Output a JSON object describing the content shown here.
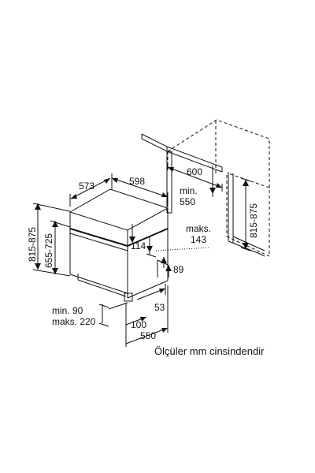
{
  "dimensions": {
    "niche_width": "600",
    "niche_depth_min": "min.",
    "niche_depth_value": "550",
    "niche_height": "815-875",
    "appliance_width": "598",
    "appliance_depth": "573",
    "overall_height": "815-875",
    "body_height": "655-725",
    "panel_offset": "114",
    "max_label": "maks.",
    "max_value": "143",
    "plinth_height": "89",
    "plinth_recess": "53",
    "plinth_min_label": "min. 90",
    "plinth_max_label": "maks. 220",
    "front_offset": "100",
    "total_depth": "550"
  },
  "caption": "Ölçüler mm cinsindendir"
}
